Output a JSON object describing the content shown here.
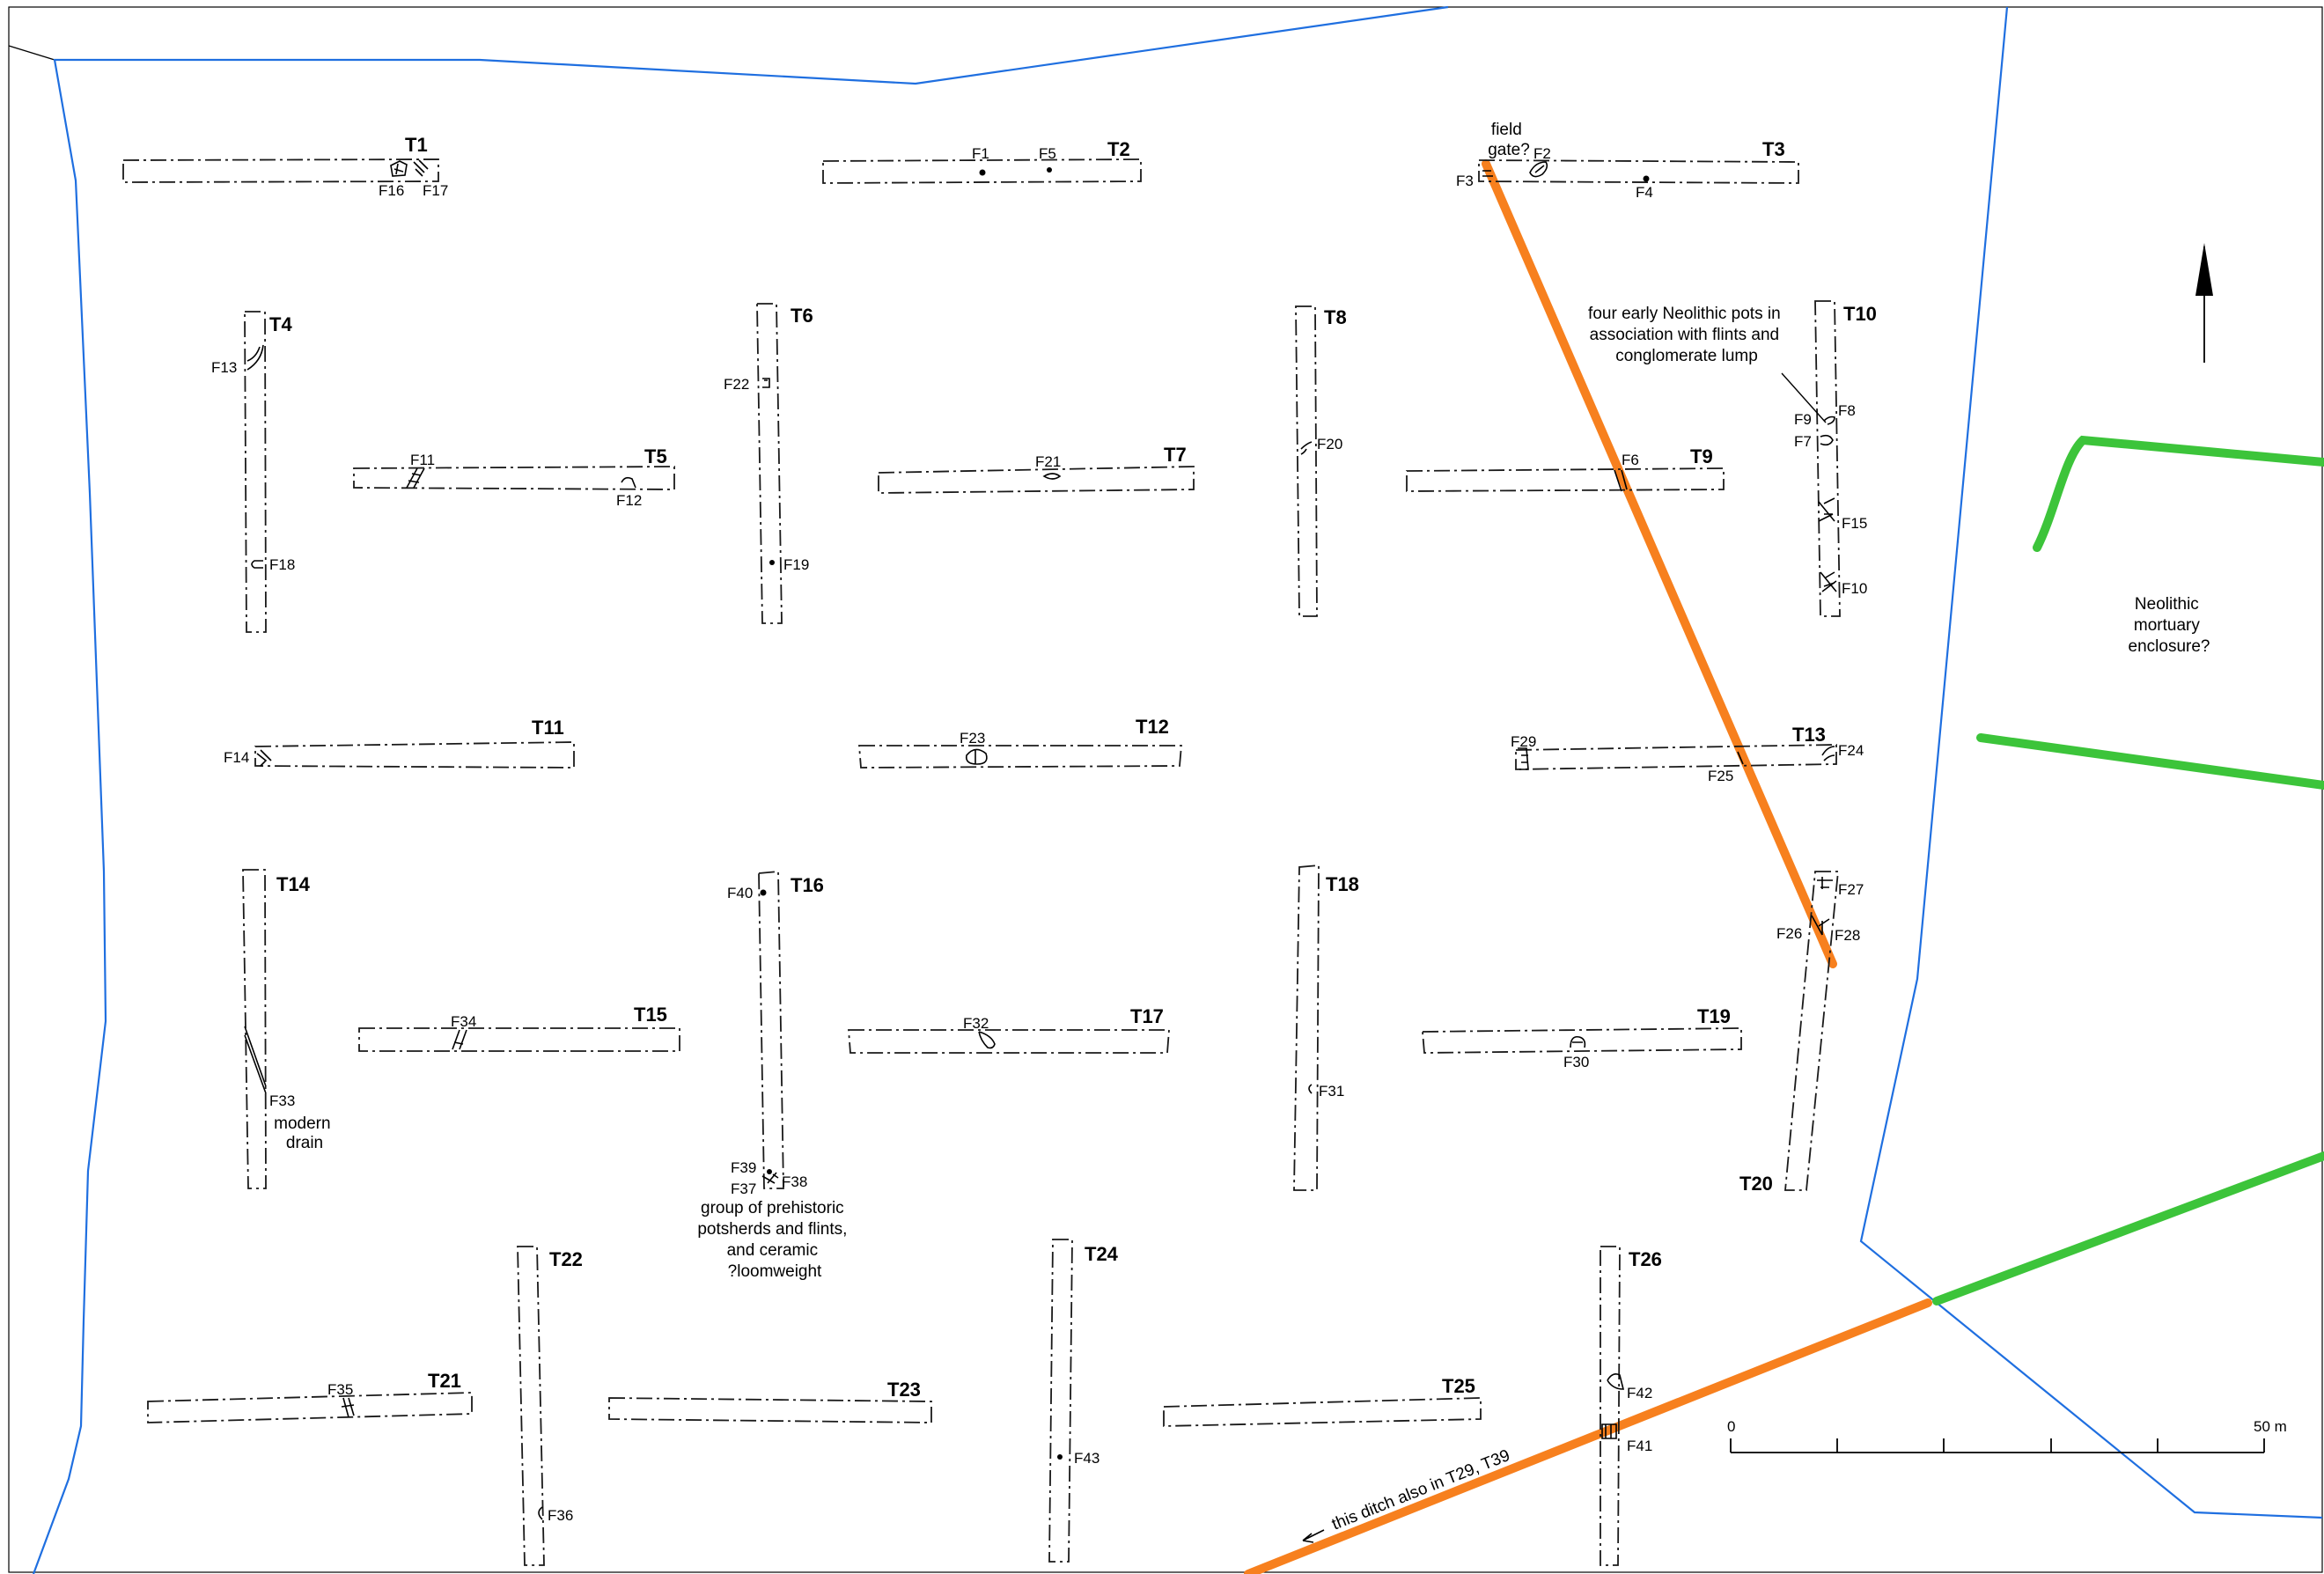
{
  "colors": {
    "boundary": "#1f6fe0",
    "ditch_orange": "#f7801e",
    "ditch_green": "#3cc43a"
  },
  "trenches": [
    {
      "id": "T1",
      "label": "T1"
    },
    {
      "id": "T2",
      "label": "T2"
    },
    {
      "id": "T3",
      "label": "T3"
    },
    {
      "id": "T4",
      "label": "T4"
    },
    {
      "id": "T5",
      "label": "T5"
    },
    {
      "id": "T6",
      "label": "T6"
    },
    {
      "id": "T7",
      "label": "T7"
    },
    {
      "id": "T8",
      "label": "T8"
    },
    {
      "id": "T9",
      "label": "T9"
    },
    {
      "id": "T10",
      "label": "T10"
    },
    {
      "id": "T11",
      "label": "T11"
    },
    {
      "id": "T12",
      "label": "T12"
    },
    {
      "id": "T13",
      "label": "T13"
    },
    {
      "id": "T14",
      "label": "T14"
    },
    {
      "id": "T15",
      "label": "T15"
    },
    {
      "id": "T16",
      "label": "T16"
    },
    {
      "id": "T17",
      "label": "T17"
    },
    {
      "id": "T18",
      "label": "T18"
    },
    {
      "id": "T19",
      "label": "T19"
    },
    {
      "id": "T20",
      "label": "T20"
    },
    {
      "id": "T21",
      "label": "T21"
    },
    {
      "id": "T22",
      "label": "T22"
    },
    {
      "id": "T23",
      "label": "T23"
    },
    {
      "id": "T24",
      "label": "T24"
    },
    {
      "id": "T25",
      "label": "T25"
    },
    {
      "id": "T26",
      "label": "T26"
    }
  ],
  "features": [
    "F1",
    "F2",
    "F3",
    "F4",
    "F5",
    "F6",
    "F7",
    "F8",
    "F9",
    "F10",
    "F11",
    "F12",
    "F13",
    "F14",
    "F15",
    "F16",
    "F17",
    "F18",
    "F19",
    "F20",
    "F21",
    "F22",
    "F23",
    "F24",
    "F25",
    "F26",
    "F27",
    "F28",
    "F29",
    "F30",
    "F31",
    "F32",
    "F33",
    "F34",
    "F35",
    "F36",
    "F37",
    "F38",
    "F39",
    "F40",
    "F41",
    "F42",
    "F43"
  ],
  "notes": {
    "field_gate": [
      "field",
      "gate?"
    ],
    "neolithic_pots": [
      "four early Neolithic pots in",
      "association with flints and",
      "conglomerate lump"
    ],
    "mortuary": [
      "Neolithic",
      "mortuary",
      "enclosure?"
    ],
    "modern_drain": [
      "modern",
      "drain"
    ],
    "prehistoric_group": [
      "group of prehistoric",
      "potsherds and flints,",
      "and ceramic",
      "?loomweight"
    ],
    "ditch_continues": "this ditch also in T29, T39"
  },
  "scale_bar": {
    "start_label": "0",
    "end_label": "50 m",
    "divisions": 5
  }
}
